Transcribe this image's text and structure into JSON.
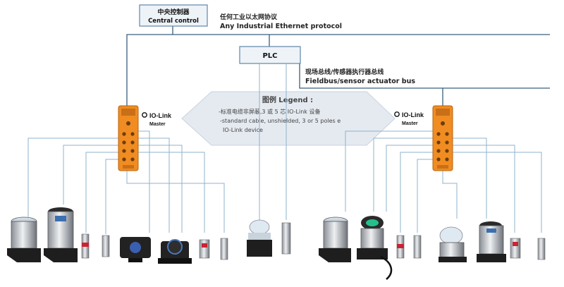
{
  "central_control": {
    "title_cn": "中央控制器",
    "title_en": "Central control"
  },
  "ethernet": {
    "label_cn": "任何工业以太网协议",
    "label_en": "Any Industrial Ethernet protocol"
  },
  "plc": {
    "label": "PLC"
  },
  "fieldbus": {
    "label_cn": "现场总线/传感器执行器总线",
    "label_en": "Fieldbus/sensor actuator bus"
  },
  "legend": {
    "title": "图例  Legend  :",
    "line1": "-标准电缆非屏蔽,3 或 5 芯 IO-Link 设备",
    "line2": "-standard cable, unshielded, 3 or 5 poles e",
    "line3": "IO-Link device"
  },
  "masters": [
    {
      "brand": "IO-Link",
      "sub": "Master"
    },
    {
      "brand": "IO-Link",
      "sub": "Master"
    }
  ],
  "colors": {
    "bus_line": "#3a5f7d",
    "sensor_line": "#8fb3cc",
    "master_orange": "#f08c21",
    "legend_bg": "#e5eaf1",
    "box_border": "#5f86a8",
    "box_fill": "#eef3f8"
  }
}
